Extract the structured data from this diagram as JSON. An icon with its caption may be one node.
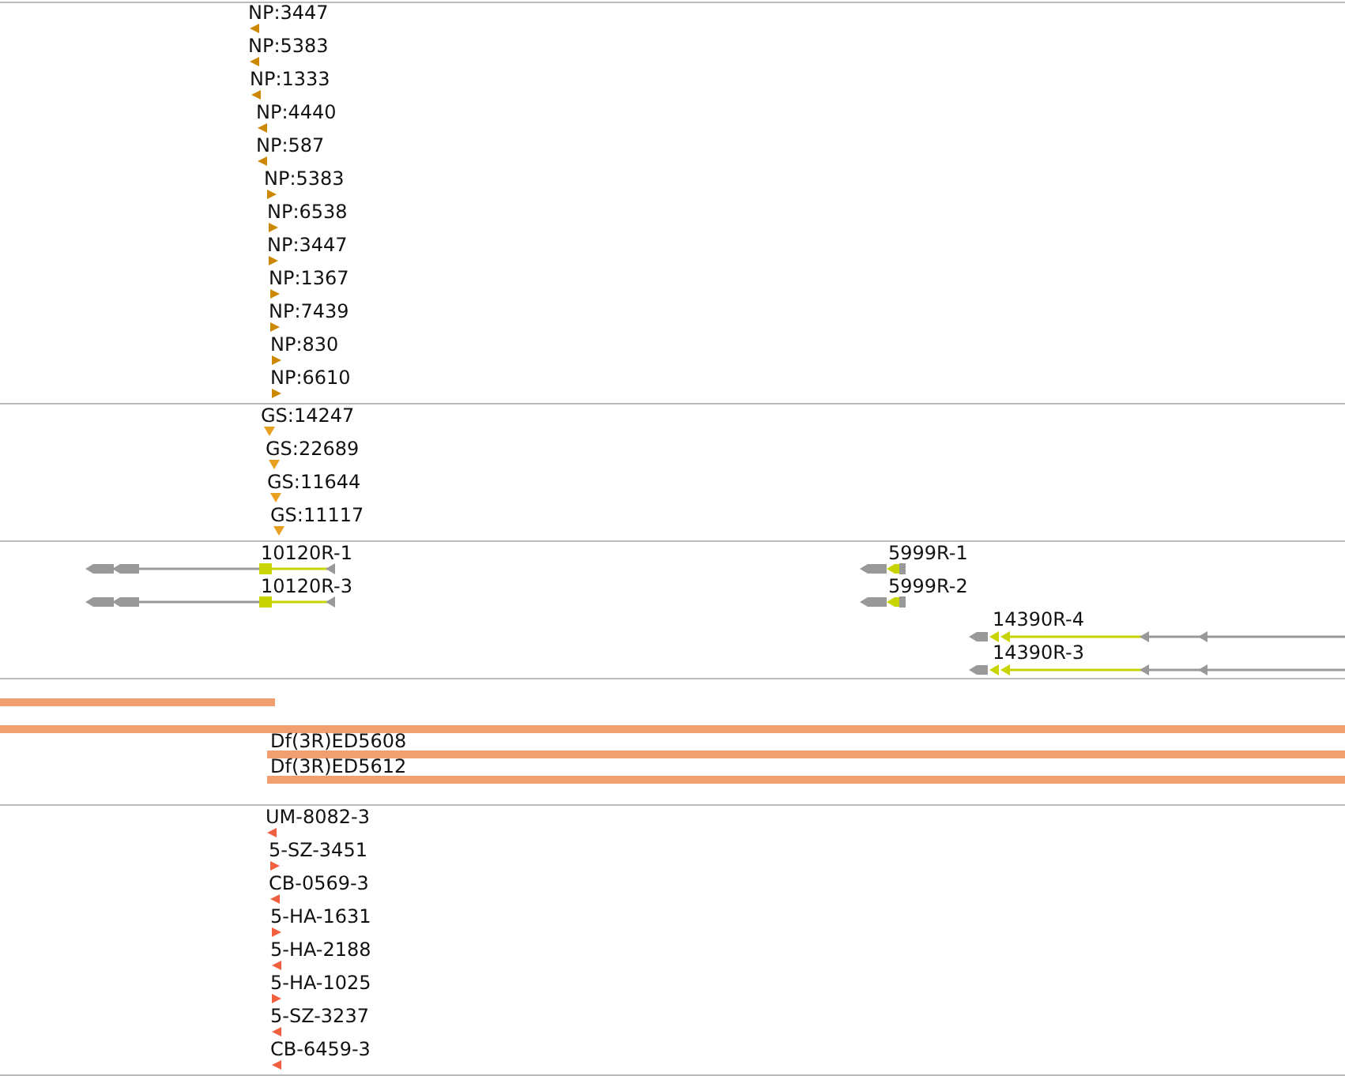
{
  "diagram": {
    "labels": [
      "NP:3447",
      "NP:5383",
      "NP:1333",
      "NP:4440",
      "NP:587",
      "NP:5383",
      "NP:6538",
      "NP:3447",
      "NP:1367",
      "NP:7439",
      "NP:830",
      "NP:6610",
      "GS:14247",
      "GS:22689",
      "GS:11644",
      "GS:11117",
      "10120R-1",
      "10120R-3",
      "5999R-1",
      "5999R-2",
      "14390R-4",
      "14390R-3",
      "Df(3R)ED5608",
      "Df(3R)ED5612",
      "UM-8082-3",
      "5-SZ-3451",
      "CB-0569-3",
      "5-HA-1631",
      "5-HA-2188",
      "5-HA-1025",
      "5-SZ-3237",
      "CB-6459-3"
    ]
  }
}
